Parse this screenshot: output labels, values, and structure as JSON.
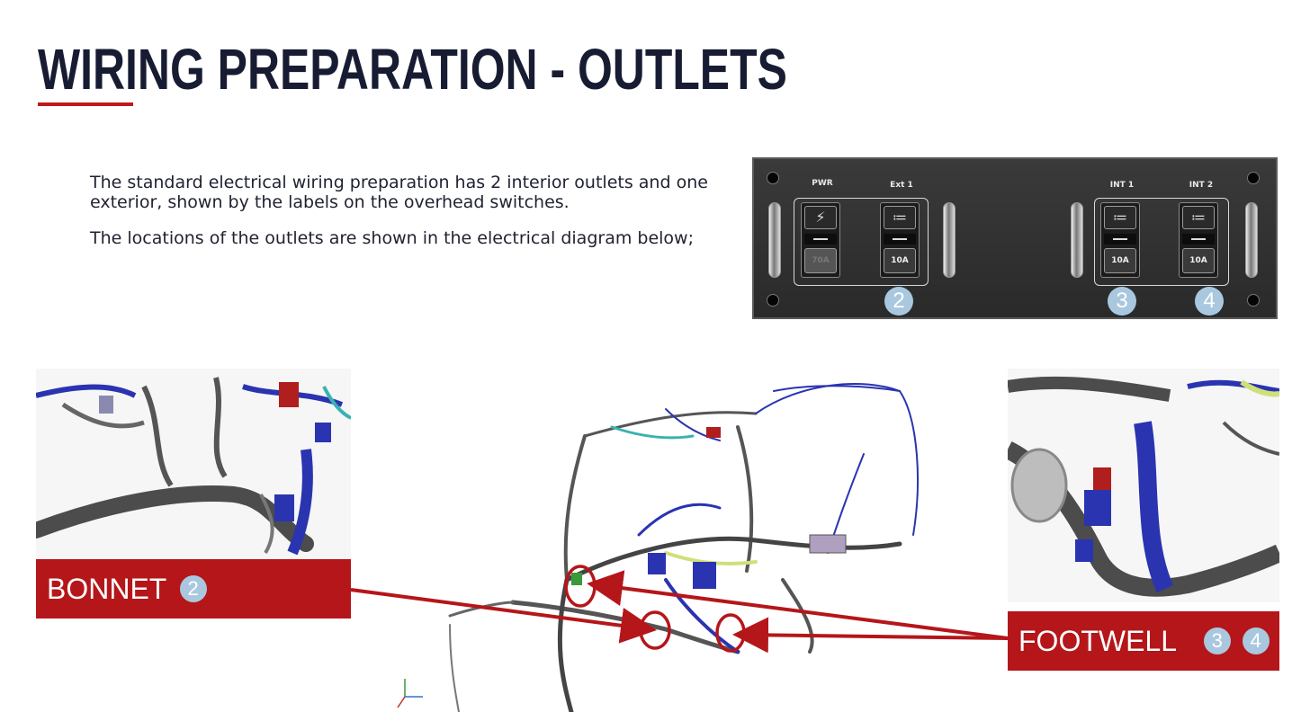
{
  "title": "WIRING PREPARATION - OUTLETS",
  "intro": {
    "paragraph1": "The standard electrical wiring preparation has 2 interior outlets and one exterior, shown by the labels on the overhead switches.",
    "paragraph2": "The locations of the outlets are shown in the electrical diagram below;"
  },
  "switch_panel": {
    "switches": [
      {
        "label": "PWR",
        "icon": "lightning-icon",
        "rating": "70A"
      },
      {
        "label": "Ext 1",
        "icon": "outlet-icon",
        "rating": "10A"
      },
      {
        "label": "INT 1",
        "icon": "outlet-icon",
        "rating": "10A"
      },
      {
        "label": "INT 2",
        "icon": "outlet-icon",
        "rating": "10A"
      }
    ],
    "badges": [
      "2",
      "3",
      "4"
    ]
  },
  "callouts": {
    "bonnet": {
      "label": "BONNET",
      "badges": [
        "2"
      ]
    },
    "footwell": {
      "label": "FOOTWELL",
      "badges": [
        "3",
        "4"
      ]
    }
  },
  "colors": {
    "accent": "#b5161a",
    "title": "#181c33",
    "badge": "#a9c8df",
    "harness_blue": "#2430a8",
    "harness_grey": "#4a4a4a"
  }
}
